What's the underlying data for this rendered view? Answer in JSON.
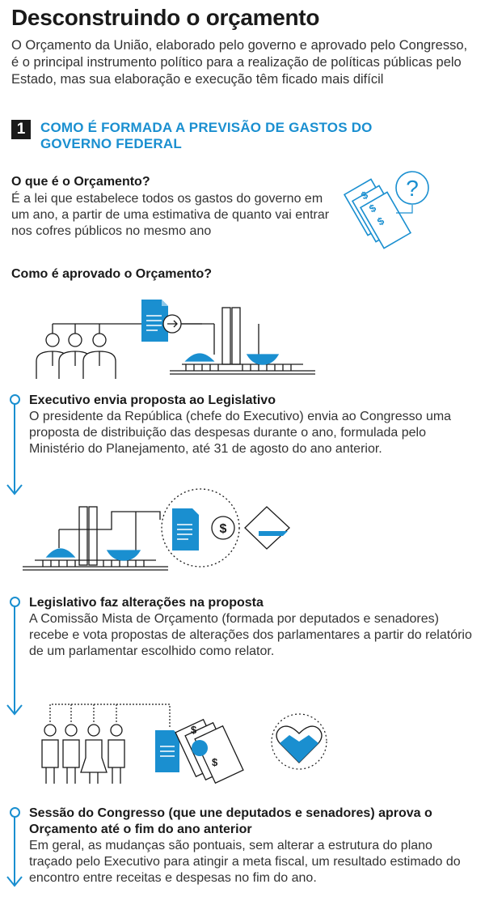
{
  "title": "Desconstruindo o orçamento",
  "intro": "O Orçamento da União, elaborado pelo governo e aprovado pelo Congresso, é o principal instrumento político para a realização de políticas públicas pelo Estado, mas sua elaboração e execução têm ficado mais difícil",
  "section": {
    "number": "1",
    "title": "COMO É FORMADA A PREVISÃO DE GASTOS DO GOVERNO FEDERAL"
  },
  "what_is": {
    "question": "O que é o Orçamento?",
    "answer": "É a lei que estabelece todos os gastos do governo em um ano, a partir de uma estimativa de quanto vai entrar nos cofres públicos no mesmo ano",
    "icon_symbol": "?"
  },
  "how_approved": {
    "question": "Como é aprovado o Orçamento?"
  },
  "steps": [
    {
      "title": "Executivo envia proposta ao Legislativo",
      "text": "O presidente da República (chefe do Executivo) envia ao Congresso uma proposta de distribuição das despesas durante o ano, formulada pelo Ministério do Planejamento, até 31 de agosto do ano anterior."
    },
    {
      "title": "Legislativo faz alterações na proposta",
      "text": "A Comissão Mista de Orçamento (formada por deputados e senadores) recebe e vota propostas de alterações dos parlamentares a partir do relatório de um parlamentar escolhido como relator."
    },
    {
      "title": "Sessão do Congresso (que une deputados e senadores) aprova o Orçamento até o fim do ano anterior",
      "text": "Em geral, as mudanças são pontuais, sem alterar a estrutura do plano traçado pelo Executivo para atingir a meta fiscal, um resultado estimado do encontro entre receitas e despesas no fim do ano."
    }
  ],
  "icons": {
    "money_symbol": "$"
  },
  "colors": {
    "accent": "#1a8fd0",
    "text": "#1a1a1a",
    "badge_bg": "#1a1a1a"
  }
}
